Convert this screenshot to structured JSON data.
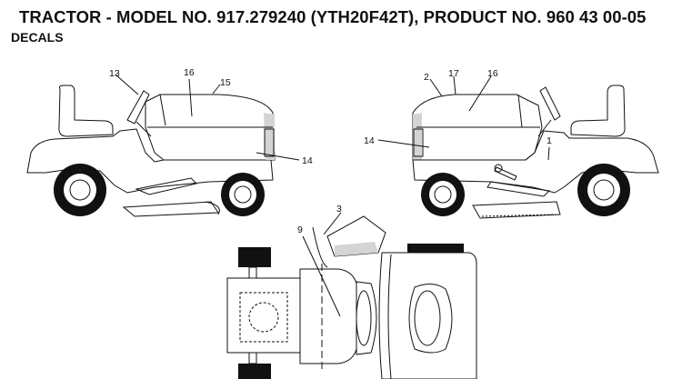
{
  "header": {
    "title": "TRACTOR - MODEL NO. 917.279240 (YTH20F42T), PRODUCT NO. 960 43 00-05",
    "subtitle": "DECALS"
  },
  "callouts": {
    "left_13": "13",
    "left_16": "16",
    "left_15": "15",
    "left_14": "14",
    "right_2": "2",
    "right_17": "17",
    "right_16": "16",
    "right_14": "14",
    "right_1": "1",
    "top_3": "3",
    "top_9": "9"
  }
}
